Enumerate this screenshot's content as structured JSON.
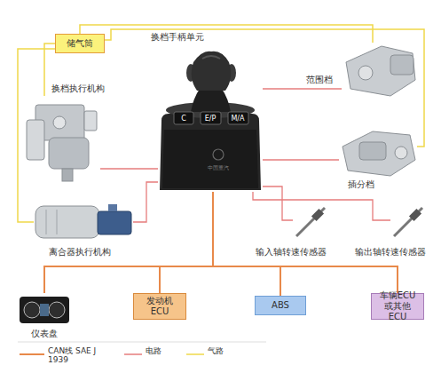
{
  "diagram": {
    "nodes": [
      {
        "text": [
          "储气筒"
        ]
      },
      {
        "text": [
          "换档手柄单元"
        ]
      },
      {
        "text": [
          "换档执行机构"
        ]
      },
      {
        "text": [
          "范围档"
        ]
      },
      {
        "text": [
          "插分档"
        ]
      },
      {
        "text": [
          "离合器执行机构"
        ]
      },
      {
        "text": [
          "输入轴转速传感器"
        ]
      },
      {
        "text": [
          "输出轴转速传感器"
        ]
      },
      {
        "text": [
          "仪表盘"
        ]
      },
      {
        "text": [
          "发动机 ECU"
        ]
      },
      {
        "text": [
          "ABS"
        ]
      },
      {
        "text": [
          "车辆ECU 或其他ECU"
        ]
      }
    ],
    "edges": [
      {
        "from": 0,
        "to": 2,
        "arrow": "none"
      },
      {
        "from": 0,
        "to": 3,
        "arrow": "none"
      },
      {
        "from": 0,
        "to": 4,
        "arrow": "none"
      },
      {
        "from": 0,
        "to": 5,
        "arrow": "none"
      },
      {
        "from": 1,
        "to": 2,
        "arrow": "none"
      },
      {
        "from": 1,
        "to": 3,
        "arrow": "none"
      },
      {
        "from": 1,
        "to": 4,
        "arrow": "none"
      },
      {
        "from": 1,
        "to": 5,
        "arrow": "none"
      },
      {
        "from": 1,
        "to": 6,
        "arrow": "none"
      },
      {
        "from": 1,
        "to": 7,
        "arrow": "none"
      },
      {
        "from": 1,
        "to": 8,
        "arrow": "none"
      },
      {
        "from": 1,
        "to": 9,
        "arrow": "none"
      },
      {
        "from": 1,
        "to": 10,
        "arrow": "none"
      },
      {
        "from": 1,
        "to": 11,
        "arrow": "none"
      }
    ],
    "labels": [
      "C",
      "E/P",
      "M/A",
      "中国重汽"
    ],
    "legend": [
      {
        "text": "CAN线 SAE J 1939"
      },
      {
        "text": "电路"
      },
      {
        "text": "气路"
      }
    ]
  }
}
